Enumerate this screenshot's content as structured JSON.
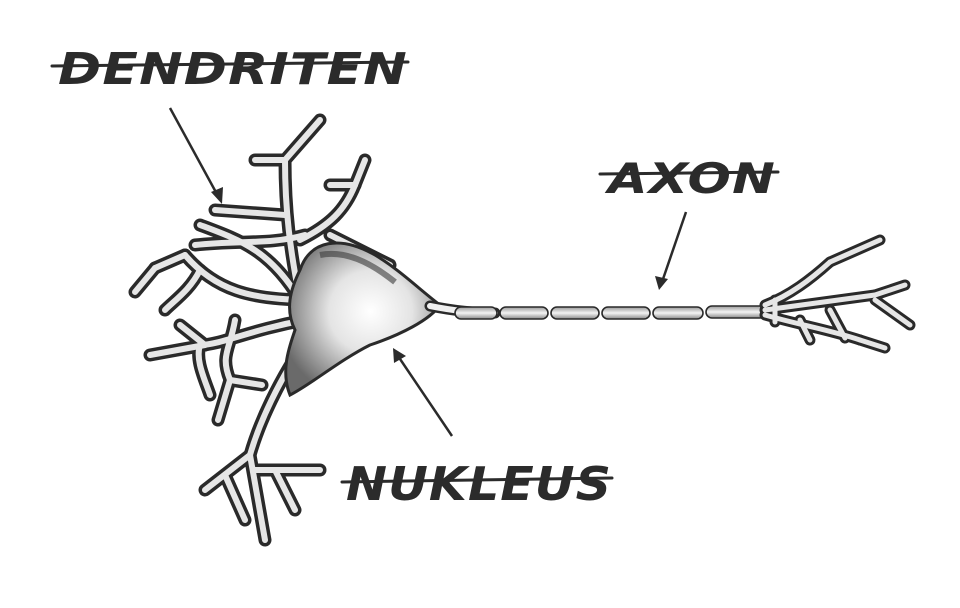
{
  "labels": {
    "dendrites": "DENDRITEN",
    "axon": "AXON",
    "nucleus": "NUKLEUS"
  },
  "colors": {
    "ink": "#2b2b2b",
    "background": "#ffffff",
    "membrane_fill": "#e9e9e9"
  }
}
